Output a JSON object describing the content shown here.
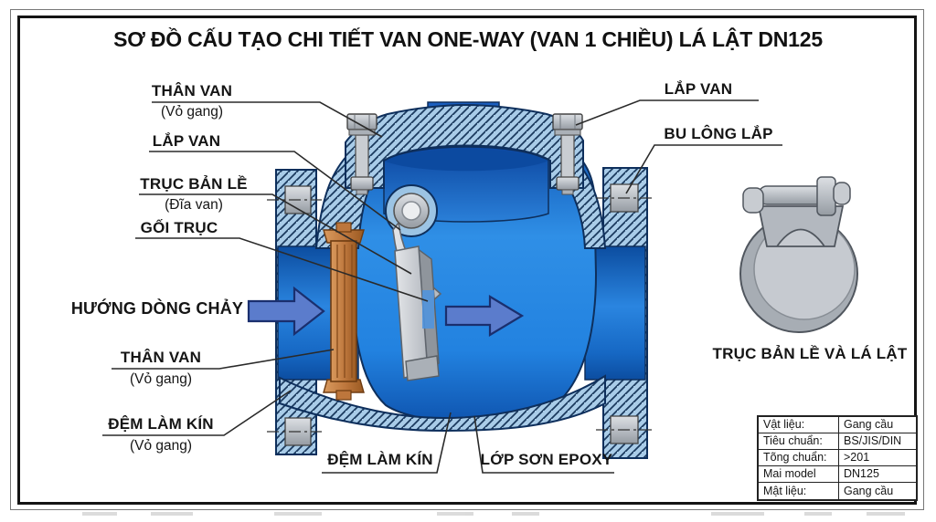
{
  "title": "SƠ ĐỒ CẤU TẠO CHI TIẾT VAN ONE-WAY (VAN 1 CHIỀU) LÁ LẬT DN125",
  "labels": {
    "than_van_top": {
      "text": "THÂN VAN",
      "sub": "(Vỏ gang)"
    },
    "lap_van_left": {
      "text": "LẮP VAN"
    },
    "truc_ban_le": {
      "text": "TRỤC BẢN LỀ",
      "sub": "(Đĩa van)"
    },
    "goi_truc": {
      "text": "GỐI TRỤC"
    },
    "huong_dong_chay": {
      "text": "HƯỚNG DÒNG CHẢY"
    },
    "than_van_bottom": {
      "text": "THÂN VAN",
      "sub": "(Vỏ gang)"
    },
    "dem_lam_kin_left": {
      "text": "ĐỆM LÀM KÍN",
      "sub": "(Vỏ gang)"
    },
    "lap_van_right": {
      "text": "LẮP VAN"
    },
    "bu_long_lap": {
      "text": "BU LÔNG LẮP"
    },
    "dem_lam_kin_bottom": {
      "text": "ĐỆM LÀM KÍN"
    },
    "lop_son_epoxy": {
      "text": "LỚP SƠN EPOXY"
    },
    "part_caption": {
      "text": "TRỤC BẢN LỀ VÀ LÁ LẬT"
    }
  },
  "spec_table": {
    "rows": [
      {
        "key": "Vật liệu:",
        "value": "Gang cầu"
      },
      {
        "key": "Tiêu chuẩn:",
        "value": "BS/JIS/DIN"
      },
      {
        "key": "Tõng chuẩn:",
        "value": ">201"
      },
      {
        "key": "Mai model",
        "value": "DN125"
      },
      {
        "key": "Mật liệu:",
        "value": "Gang cầu"
      }
    ]
  },
  "colors": {
    "body_blue": "#1e78d8",
    "body_blue_dark": "#0d4fa8",
    "cut_hatch_fill": "#a9cce8",
    "cut_hatch_line": "#1b3a5e",
    "seat_copper": "#c0783e",
    "steel_gray": "#b9bec4",
    "arrow_blue": "#5b7ccc"
  }
}
